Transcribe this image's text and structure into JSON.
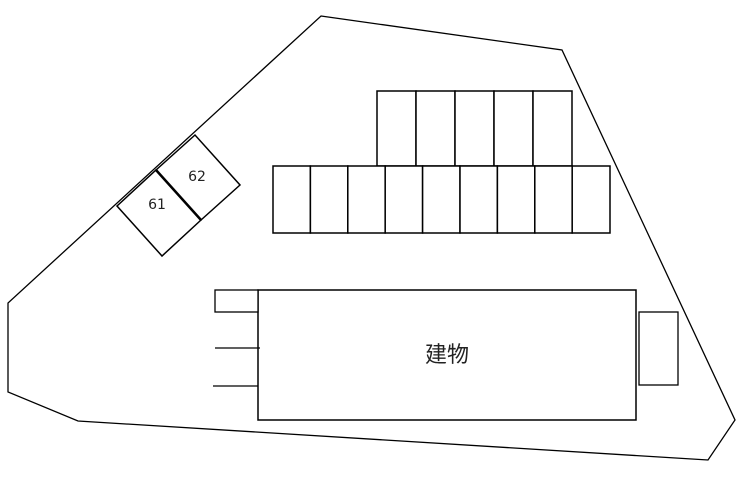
{
  "diagram": {
    "type": "site-plan",
    "building": {
      "label": "建物"
    },
    "parking_special": [
      {
        "label": "61"
      },
      {
        "label": "62"
      }
    ],
    "parking_rows": {
      "top_row_count": 5,
      "bottom_row_count": 9
    },
    "colors": {
      "stroke": "#000000",
      "background": "#ffffff"
    }
  }
}
